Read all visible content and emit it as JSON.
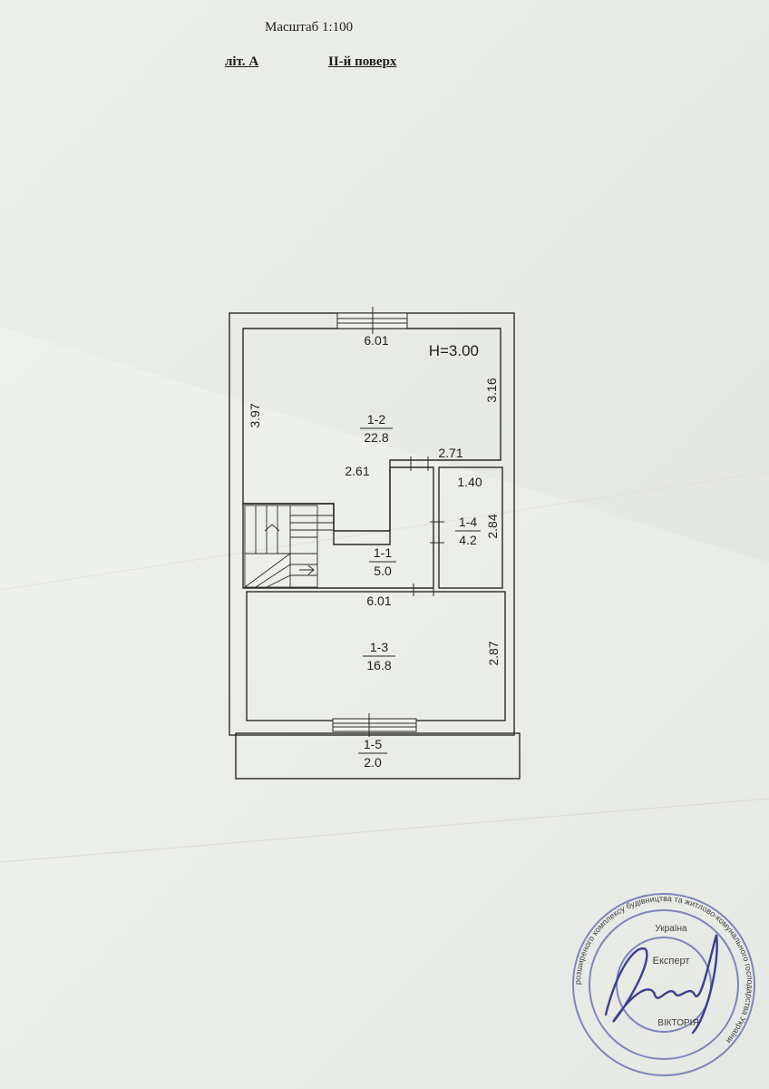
{
  "header": {
    "scale": "Масштаб 1:100",
    "letter": "літ. А",
    "floor": "ІІ-й поверх"
  },
  "plan": {
    "height_label": "H=3.00",
    "rooms": [
      {
        "id": "1-2",
        "area": "22.8"
      },
      {
        "id": "1-1",
        "area": "5.0"
      },
      {
        "id": "1-4",
        "area": "4.2"
      },
      {
        "id": "1-3",
        "area": "16.8"
      },
      {
        "id": "1-5",
        "area": "2.0"
      }
    ],
    "dimensions": {
      "top_width": "6.01",
      "left_height": "3.97",
      "right_upper": "3.16",
      "corridor_width": "2.71",
      "inner_width": "2.61",
      "closet_width": "1.40",
      "closet_height": "2.84",
      "middle_width": "6.01",
      "lower_height": "2.87"
    }
  },
  "stamp": {
    "line1": "розширеного комплексу будівництва та житлово-комунального господарства України",
    "line2": "Україна",
    "center": "Експерт",
    "bottom": "ВІКТОРІЯ"
  },
  "colors": {
    "ink": "#2a2a2a",
    "stamp": "#6b74b5"
  }
}
